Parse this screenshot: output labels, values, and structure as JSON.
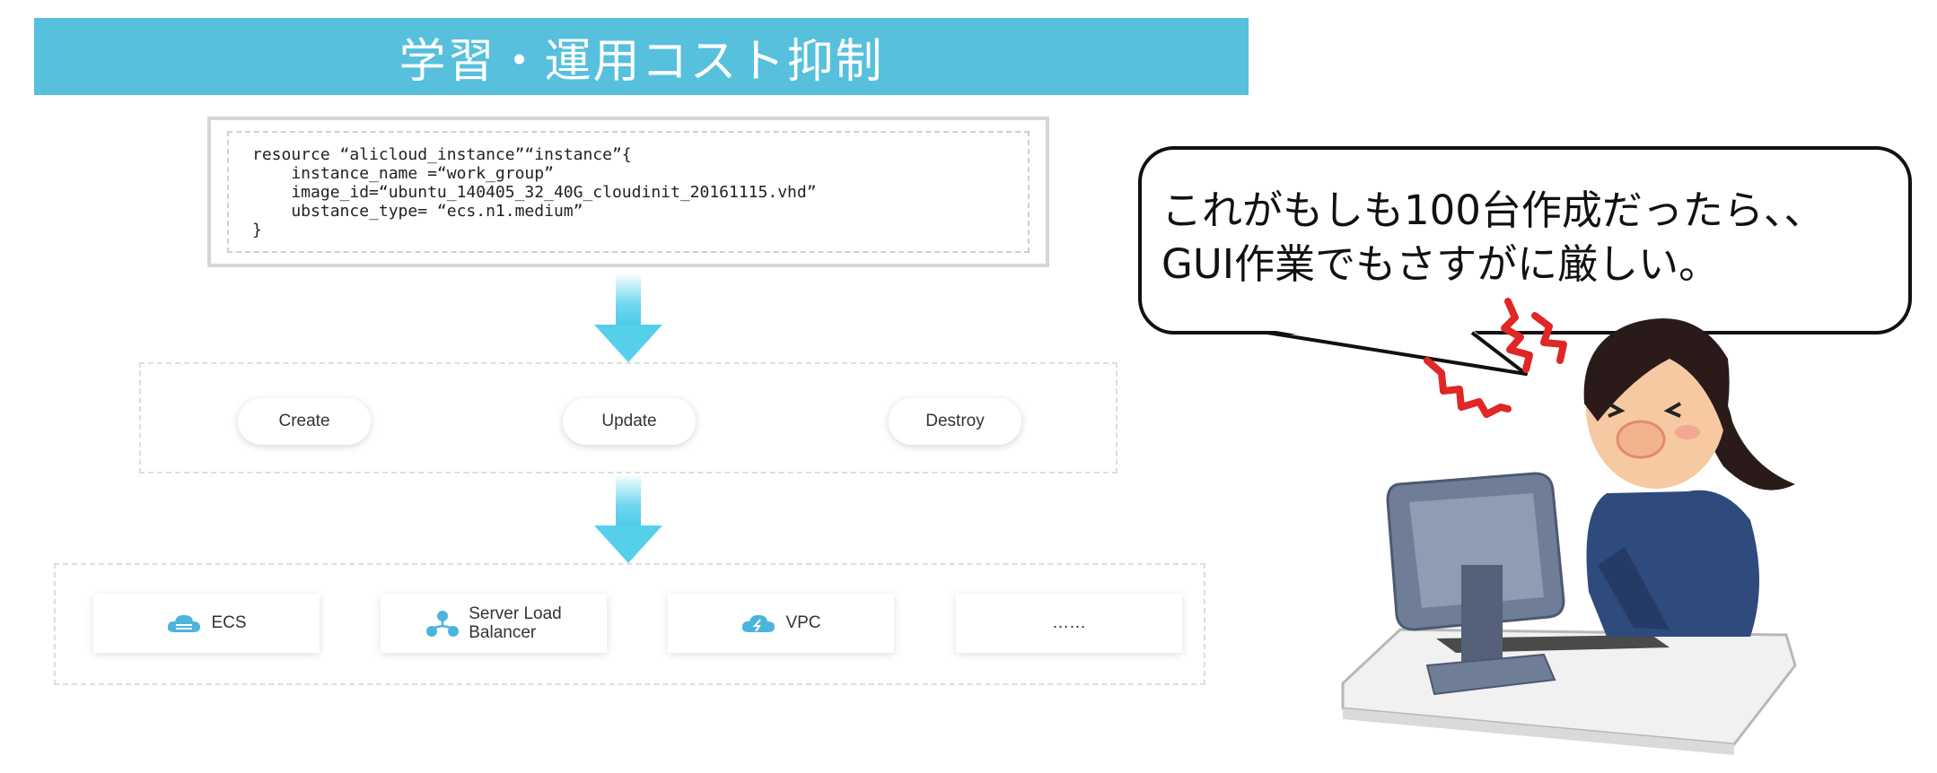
{
  "header": {
    "title": "学習・運用コスト抑制"
  },
  "code": {
    "lines": [
      "resource “alicloud_instance”“instance”{",
      "    instance_name =“work_group”",
      "    image_id=“ubuntu_140405_32_40G_cloudinit_20161115.vhd”",
      "    ubstance_type= “ecs.n1.medium”",
      "}"
    ]
  },
  "operations": [
    {
      "label": "Create"
    },
    {
      "label": "Update"
    },
    {
      "label": "Destroy"
    }
  ],
  "resources": [
    {
      "label": "ECS",
      "icon": "cloud-icon"
    },
    {
      "label_line1": "Server Load",
      "label_line2": "Balancer",
      "icon": "load-balancer-icon"
    },
    {
      "label": "VPC",
      "icon": "vpc-cloud-icon"
    },
    {
      "label": "……"
    }
  ],
  "bubble": {
    "line1": "これがもしも100台作成だったら、、",
    "line2": "GUI作業でもさすがに厳しい。"
  },
  "colors": {
    "accent": "#56c0dd",
    "arrow": "#5fd3ec",
    "stress": "#e02626"
  }
}
